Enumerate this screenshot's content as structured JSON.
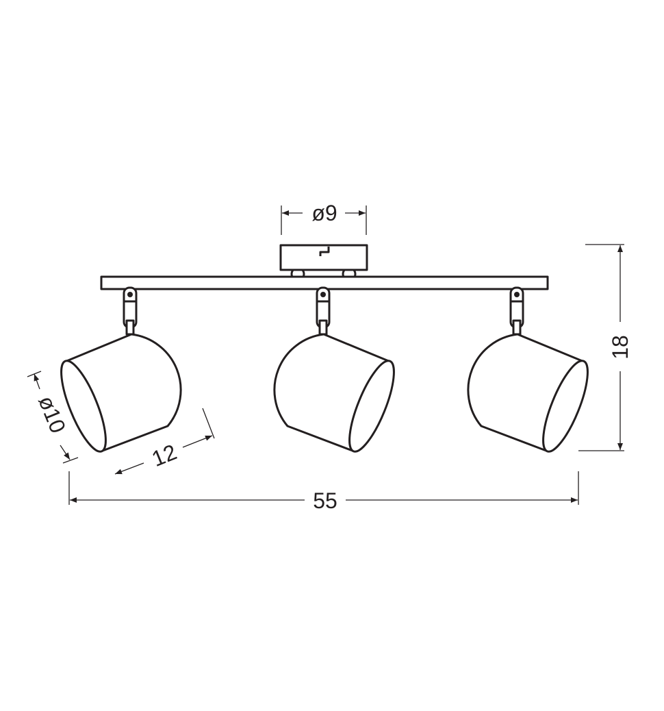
{
  "dimensions": {
    "canopy_diameter": "ø9",
    "height": "18",
    "width": "55",
    "shade_diameter": "ø10",
    "shade_length": "12"
  },
  "colors": {
    "line": "#231f20",
    "background": "#ffffff"
  }
}
